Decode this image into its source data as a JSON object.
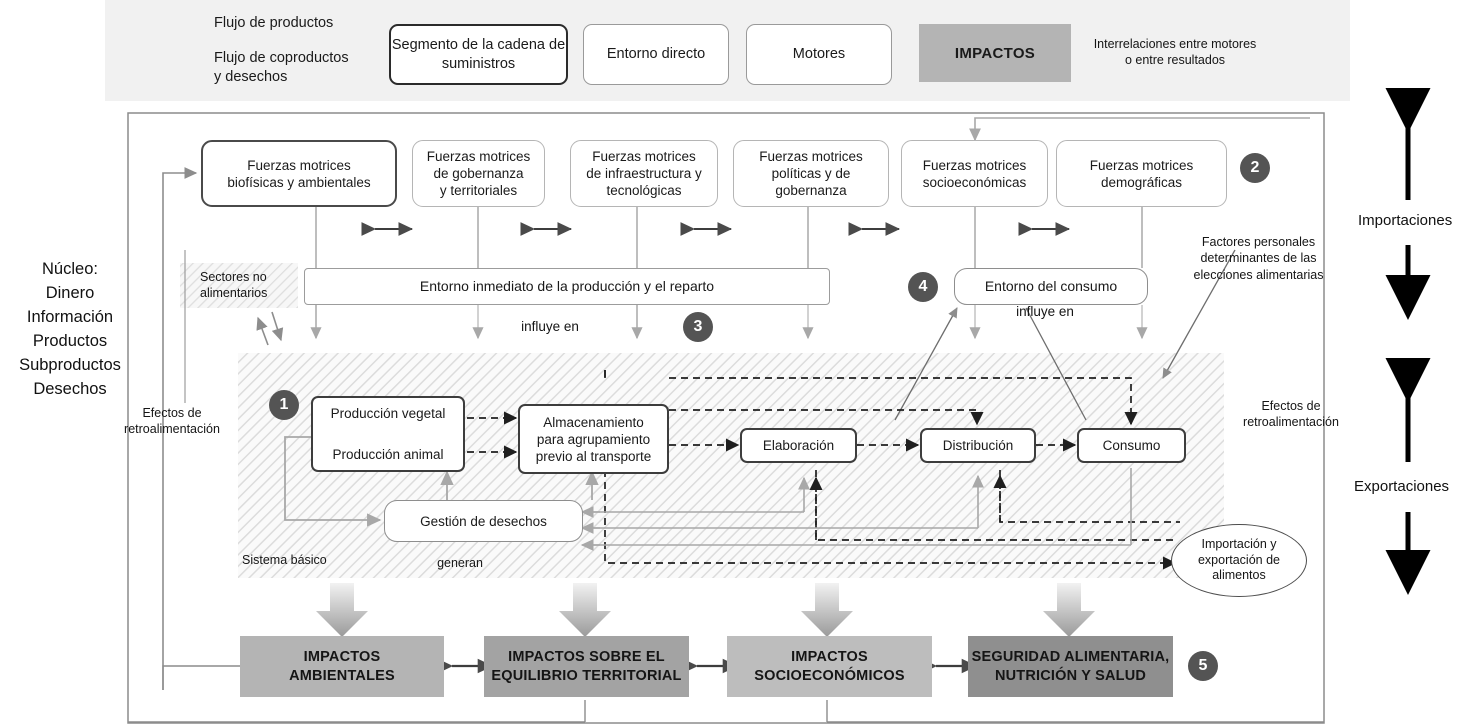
{
  "legend": {
    "flow_products": "Flujo de productos",
    "flow_coproducts": "Flujo de coproductos\ny desechos",
    "flow_coproducts_l1": "Flujo de coproductos",
    "flow_coproducts_l2": "y desechos",
    "box_supply_chain": "Segmento de la cadena de\nsuministros",
    "box_supply_chain_l1": "Segmento de la cadena de",
    "box_supply_chain_l2": "suministros",
    "box_direct_env": "Entorno directo",
    "box_drivers": "Motores",
    "box_impacts": "IMPACTOS",
    "interrelations_l1": "Interrelaciones entre motores",
    "interrelations_l2": "o entre resultados"
  },
  "drivers": [
    {
      "l1": "Fuerzas motrices",
      "l2": "biofísicas y ambientales",
      "l3": ""
    },
    {
      "l1": "Fuerzas motrices",
      "l2": "de gobernanza",
      "l3": "y territoriales"
    },
    {
      "l1": "Fuerzas motrices",
      "l2": "de infraestructura y",
      "l3": "tecnológicas"
    },
    {
      "l1": "Fuerzas motrices",
      "l2": "políticas y de",
      "l3": "gobernanza"
    },
    {
      "l1": "Fuerzas motrices",
      "l2": "socioeconómicas",
      "l3": ""
    },
    {
      "l1": "Fuerzas motrices",
      "l2": "demográficas",
      "l3": ""
    }
  ],
  "environments": {
    "production": "Entorno inmediato de la producción y el reparto",
    "consumption": "Entorno del consumo",
    "influences_left": "influye en",
    "influences_right": "influye en"
  },
  "annotations": {
    "non_food_sectors_l1": "Sectores no",
    "non_food_sectors_l2": "alimentarios",
    "personal_factors_l1": "Factores personales",
    "personal_factors_l2": "determinantes de las",
    "personal_factors_l3": "elecciones alimentarias",
    "core_system": "Sistema básico",
    "generate": "generan",
    "feedback_left_l1": "Efectos de",
    "feedback_left_l2": "retroalimentación",
    "feedback_right_l1": "Efectos de",
    "feedback_right_l2": "retroalimentación",
    "imports": "Importaciones",
    "exports": "Exportaciones"
  },
  "core_label": {
    "l1": "Núcleo:",
    "l2": "Dinero",
    "l3": "Información",
    "l4": "Productos",
    "l5": "Subproductos",
    "l6": "Desechos"
  },
  "chain": {
    "production_plant": "Producción vegetal",
    "production_animal": "Producción animal",
    "storage_l1": "Almacenamiento",
    "storage_l2": "para agrupamiento",
    "storage_l3": "previo al transporte",
    "processing": "Elaboración",
    "distribution": "Distribución",
    "consumption": "Consumo",
    "waste_management": "Gestión de desechos",
    "trade_l1": "Importación y",
    "trade_l2": "exportación de",
    "trade_l3": "alimentos"
  },
  "impacts": [
    {
      "l1": "IMPACTOS",
      "l2": "AMBIENTALES",
      "color": "#b4b4b4"
    },
    {
      "l1": "IMPACTOS SOBRE EL",
      "l2": "EQUILIBRIO TERRITORIAL",
      "color": "#a3a3a3"
    },
    {
      "l1": "IMPACTOS",
      "l2": "SOCIOECONÓMICOS",
      "color": "#bdbdbd"
    },
    {
      "l1": "SEGURIDAD ALIMENTARIA,",
      "l2": "NUTRICIÓN Y SALUD",
      "color": "#8f8f8f"
    }
  ],
  "badges": {
    "b1": "1",
    "b2": "2",
    "b3": "3",
    "b4": "4",
    "b5": "5"
  },
  "colors": {
    "legend_band": "#f1f1f1",
    "impact_default": "#b4b4b4",
    "badge": "#545454",
    "dashed_arrow": "#1a1a1a",
    "solid_gray_arrow": "#a6a6a6",
    "frame": "#8c8c8c",
    "hatch": "#d9d9d9"
  }
}
